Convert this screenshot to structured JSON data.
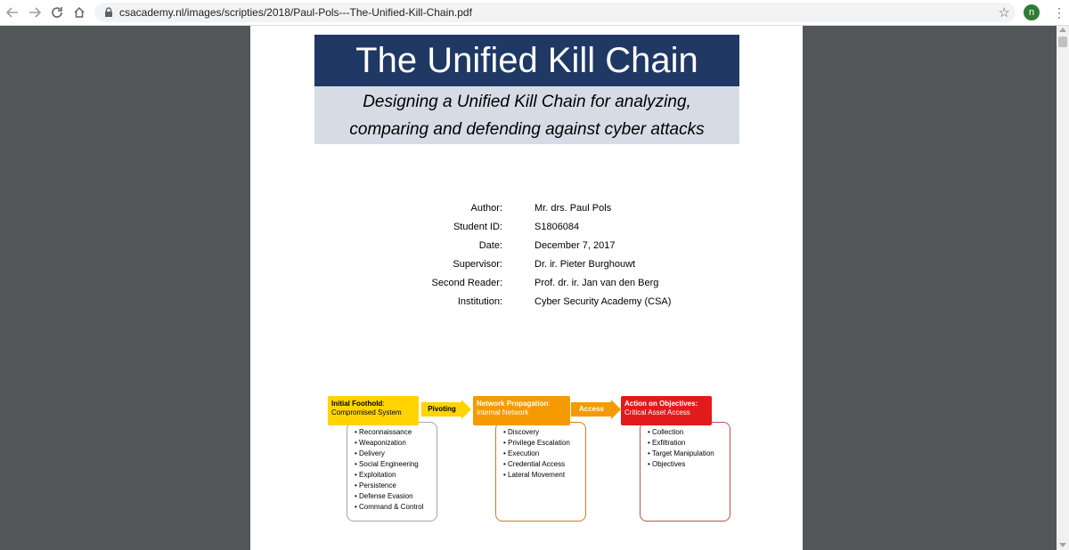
{
  "browser": {
    "url": "csacademy.nl/images/scripties/2018/Paul-Pols---The-Unified-Kill-Chain.pdf",
    "profile_initial": "n",
    "icons": {
      "back": "back-arrow-icon",
      "forward": "forward-arrow-icon",
      "reload": "reload-icon",
      "home": "home-icon",
      "lock": "lock-icon",
      "bookmark": "star-icon",
      "menu": "kebab-menu-icon"
    }
  },
  "document": {
    "title": "The Unified Kill Chain",
    "subtitle_line1": "Designing a Unified Kill Chain for analyzing,",
    "subtitle_line2": "comparing and defending against cyber attacks",
    "info": [
      {
        "label": "Author:",
        "value": "Mr. drs. Paul Pols"
      },
      {
        "label": "Student ID:",
        "value": "S1806084"
      },
      {
        "label": "Date:",
        "value": "December 7, 2017"
      },
      {
        "label": "Supervisor:",
        "value": "Dr. ir. Pieter Burghouwt"
      },
      {
        "label": "Second Reader:",
        "value": "Prof. dr. ir. Jan van den Berg"
      },
      {
        "label": "Institution:",
        "value": "Cyber Security Academy (CSA)"
      }
    ],
    "diagram": {
      "stages": [
        {
          "title": "Initial Foothold",
          "title_suffix": ":",
          "subtitle": "Compromised System",
          "color": "#ffd400",
          "border": "#808080",
          "items": [
            "Reconnaissance",
            "Weaponization",
            "Delivery",
            "Social Engineering",
            "Exploitation",
            "Persistence",
            "Defense Evasion",
            "Command & Control"
          ]
        },
        {
          "title": "Network Propagation",
          "title_suffix": ":",
          "subtitle": "Internal Network",
          "color": "#f59a00",
          "border": "#d97a1a",
          "items": [
            "Discovery",
            "Privilege Escalation",
            "Execution",
            "Credential Access",
            "Lateral Movement"
          ]
        },
        {
          "title": "Action on Objectives:",
          "title_suffix": "",
          "subtitle": "Critical Asset Access",
          "color": "#e31a1c",
          "border": "#c0504d",
          "items": [
            "Collection",
            "Exfiltration",
            "Target Manipulation",
            "Objectives"
          ]
        }
      ],
      "arrows": [
        {
          "label": "Pivoting",
          "color": "#ffd400"
        },
        {
          "label": "Access",
          "color": "#f59a00"
        }
      ]
    }
  }
}
